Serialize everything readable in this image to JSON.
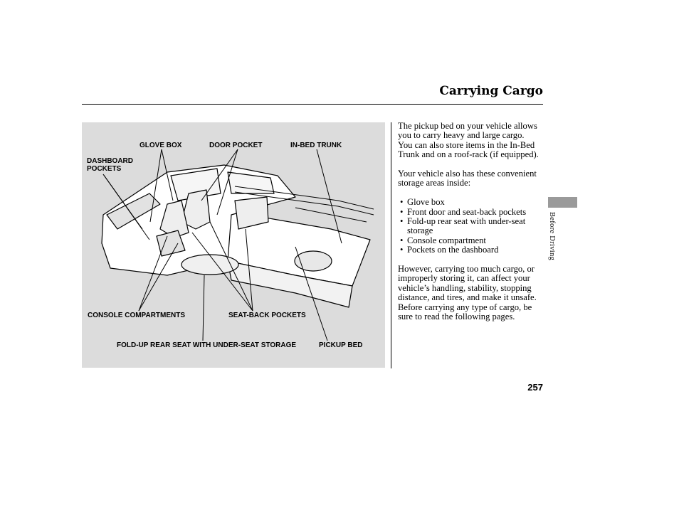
{
  "header": {
    "title": "Carrying Cargo"
  },
  "figure": {
    "labels": {
      "glove_box": "GLOVE BOX",
      "door_pocket": "DOOR POCKET",
      "in_bed_trunk": "IN-BED TRUNK",
      "dashboard_pockets_1": "DASHBOARD",
      "dashboard_pockets_2": "POCKETS",
      "console_compartments": "CONSOLE COMPARTMENTS",
      "seat_back_pockets": "SEAT-BACK POCKETS",
      "fold_up_rear_seat": "FOLD-UP REAR SEAT WITH UNDER-SEAT STORAGE",
      "pickup_bed": "PICKUP BED"
    }
  },
  "body": {
    "para1": "The pickup bed on your vehicle allows you to carry heavy and large cargo. You can also store items in the In-Bed Trunk and on a roof-rack (if equipped).",
    "para2": "Your vehicle also has these convenient storage areas inside:",
    "list": [
      "Glove box",
      "Front door and seat-back pockets",
      "Fold-up rear seat with under-seat storage",
      "Console compartment",
      "Pockets on the dashboard"
    ],
    "para3": "However, carrying too much cargo, or improperly storing it, can affect your vehicle’s handling, stability, stopping distance, and tires, and make it unsafe. Before carrying any type of cargo, be sure to read the following pages."
  },
  "sidebar": {
    "section_label": "Before Driving"
  },
  "footer": {
    "page_number": "257"
  }
}
